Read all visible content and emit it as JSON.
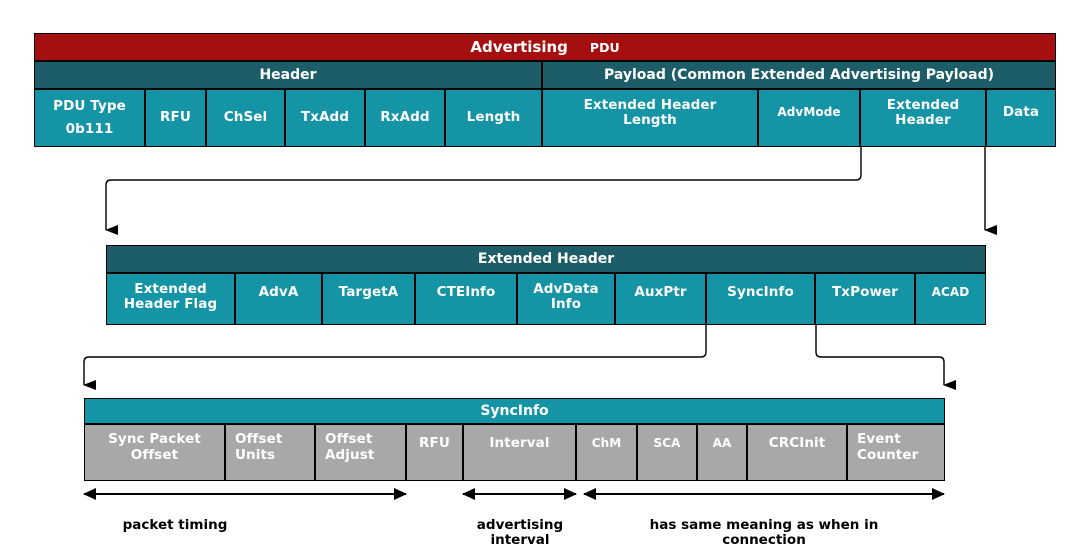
{
  "diagram": {
    "title": "Bluetooth LE Extended Advertising PDU structure",
    "colors": {
      "pdu_red": "#a50f0f",
      "header_dark_teal": "#1d5d68",
      "cell_teal": "#1494a4",
      "syncinfo_gray": "#a8a8a8",
      "outline": "#000000",
      "text_on_fill": "#ffffff",
      "annotation_text": "#000000"
    }
  },
  "pdu": {
    "top_band": {
      "main_label": "Advertising",
      "sub_label": "PDU"
    },
    "sections": [
      {
        "label": "Header"
      },
      {
        "label": "Payload (Common Extended Advertising Payload)"
      }
    ],
    "fields": [
      {
        "label": "PDU Type",
        "value": "0b111"
      },
      {
        "label": "RFU",
        "value": ""
      },
      {
        "label": "ChSel",
        "value": ""
      },
      {
        "label": "TxAdd",
        "value": ""
      },
      {
        "label": "RxAdd",
        "value": ""
      },
      {
        "label": "Length",
        "value": ""
      },
      {
        "label": "Extended Header\nLength",
        "value": ""
      },
      {
        "label": "AdvMode",
        "value": ""
      },
      {
        "label": "Extended\nHeader",
        "value": ""
      },
      {
        "label": "Data",
        "value": ""
      }
    ]
  },
  "extended_header": {
    "title": "Extended Header",
    "fields": [
      {
        "label": "Extended\nHeader Flag"
      },
      {
        "label": "AdvA"
      },
      {
        "label": "TargetA"
      },
      {
        "label": "CTEInfo"
      },
      {
        "label": "AdvData\nInfo"
      },
      {
        "label": "AuxPtr"
      },
      {
        "label": "SyncInfo"
      },
      {
        "label": "TxPower"
      },
      {
        "label": "ACAD"
      }
    ]
  },
  "sync_info": {
    "title": "SyncInfo",
    "fields": [
      {
        "label": "Sync Packet\nOffset"
      },
      {
        "label": "Offset\nUnits"
      },
      {
        "label": "Offset\nAdjust"
      },
      {
        "label": "RFU"
      },
      {
        "label": "Interval"
      },
      {
        "label": "ChM"
      },
      {
        "label": "SCA"
      },
      {
        "label": "AA"
      },
      {
        "label": "CRCInit"
      },
      {
        "label": "Event\nCounter"
      }
    ]
  },
  "annotations": [
    {
      "label": "packet timing"
    },
    {
      "label": "advertising\ninterval"
    },
    {
      "label": "has same meaning as when in\nconnection"
    }
  ]
}
